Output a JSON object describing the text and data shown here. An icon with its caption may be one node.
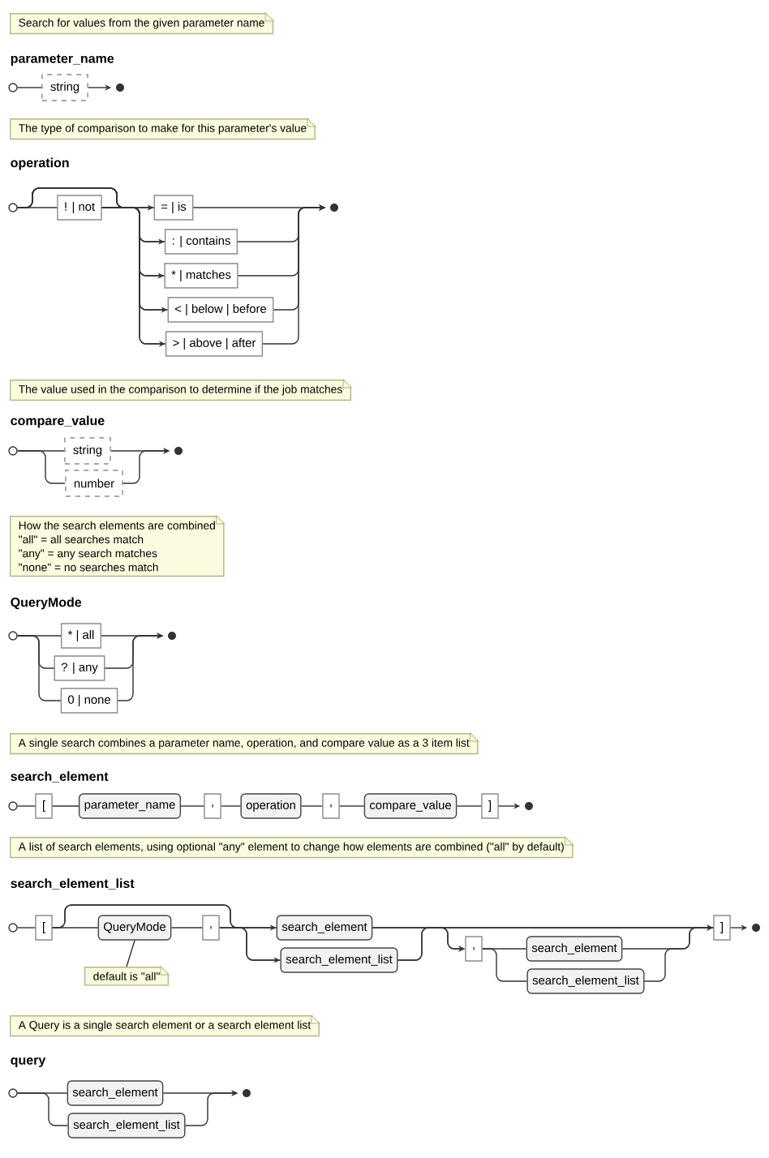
{
  "diagram": {
    "nodes": [
      {
        "text": [
          "Search for values from the given parameter name"
        ]
      },
      {
        "text": [],
        "shape": "circle"
      },
      {
        "text": [
          "string"
        ]
      },
      {
        "text": [],
        "shape": "dot"
      },
      {
        "text": [
          "The type of comparison to make for this parameter's value"
        ]
      },
      {
        "text": [],
        "shape": "circle"
      },
      {
        "text": [
          "! | not"
        ]
      },
      {
        "text": [
          "= | is"
        ]
      },
      {
        "text": [
          ": | contains"
        ]
      },
      {
        "text": [
          "* | matches"
        ]
      },
      {
        "text": [
          "< | below | before"
        ]
      },
      {
        "text": [
          "> | above | after"
        ]
      },
      {
        "text": [],
        "shape": "dot"
      },
      {
        "text": [
          "The value used in the comparison to determine if the job matches"
        ]
      },
      {
        "text": [],
        "shape": "circle"
      },
      {
        "text": [
          "string"
        ]
      },
      {
        "text": [
          "number"
        ]
      },
      {
        "text": [],
        "shape": "dot"
      },
      {
        "text": [
          "How the search elements are combined",
          "\"all\" = all searches match",
          "\"any\" = any search matches",
          "\"none\" = no searches match"
        ]
      },
      {
        "text": [],
        "shape": "circle"
      },
      {
        "text": [
          "* | all"
        ]
      },
      {
        "text": [
          "? | any"
        ]
      },
      {
        "text": [
          "0 | none"
        ]
      },
      {
        "text": [],
        "shape": "dot"
      },
      {
        "text": [
          "A single search combines a parameter name, operation, and compare value as a 3 item list"
        ]
      },
      {
        "text": [],
        "shape": "circle"
      },
      {
        "text": [
          "["
        ]
      },
      {
        "text": [
          "parameter_name"
        ]
      },
      {
        "text": [
          ","
        ]
      },
      {
        "text": [
          "operation"
        ]
      },
      {
        "text": [
          ","
        ]
      },
      {
        "text": [
          "compare_value"
        ]
      },
      {
        "text": [
          "]"
        ]
      },
      {
        "text": [],
        "shape": "dot"
      },
      {
        "text": [
          "A list of search elements, using optional \"any\" element to change how elements are combined (\"all\" by default)"
        ]
      },
      {
        "text": [],
        "shape": "circle"
      },
      {
        "text": [
          "["
        ]
      },
      {
        "text": [
          "QueryMode"
        ]
      },
      {
        "text": [
          ","
        ]
      },
      {
        "text": [
          "search_element"
        ]
      },
      {
        "text": [
          "search_element_list"
        ]
      },
      {
        "text": [
          ","
        ]
      },
      {
        "text": [
          "search_element"
        ]
      },
      {
        "text": [
          "search_element_list"
        ]
      },
      {
        "text": [
          "]"
        ]
      },
      {
        "text": [],
        "shape": "dot"
      },
      {
        "text": [
          "default is \"all\""
        ]
      },
      {
        "text": [
          "A Query is a single search element or a search element list"
        ]
      },
      {
        "text": [],
        "shape": "circle"
      },
      {
        "text": [
          "search_element"
        ]
      },
      {
        "text": [
          "search_element_list"
        ]
      },
      {
        "text": [],
        "shape": "dot"
      }
    ],
    "edges": [
      {
        "from": 1,
        "to": 2,
        "arrow": "none"
      },
      {
        "from": 2,
        "to": 3,
        "arrow": "to"
      },
      {
        "from": 5,
        "to": 6,
        "arrow": "none"
      },
      {
        "from": 5,
        "to": 7,
        "arrow": "to"
      },
      {
        "from": 5,
        "to": 8,
        "arrow": "to"
      },
      {
        "from": 5,
        "to": 9,
        "arrow": "to"
      },
      {
        "from": 5,
        "to": 10,
        "arrow": "to"
      },
      {
        "from": 5,
        "to": 11,
        "arrow": "to"
      },
      {
        "from": 6,
        "to": 7,
        "arrow": "none"
      },
      {
        "from": 6,
        "to": 8,
        "arrow": "none"
      },
      {
        "from": 6,
        "to": 9,
        "arrow": "none"
      },
      {
        "from": 6,
        "to": 10,
        "arrow": "none"
      },
      {
        "from": 6,
        "to": 11,
        "arrow": "none"
      },
      {
        "from": 7,
        "to": 12,
        "arrow": "to"
      },
      {
        "from": 8,
        "to": 12,
        "arrow": "to"
      },
      {
        "from": 9,
        "to": 12,
        "arrow": "to"
      },
      {
        "from": 10,
        "to": 12,
        "arrow": "to"
      },
      {
        "from": 11,
        "to": 12,
        "arrow": "to"
      },
      {
        "from": 14,
        "to": 15,
        "arrow": "none"
      },
      {
        "from": 14,
        "to": 16,
        "arrow": "none"
      },
      {
        "from": 15,
        "to": 17,
        "arrow": "to"
      },
      {
        "from": 16,
        "to": 17,
        "arrow": "to"
      },
      {
        "from": 19,
        "to": 20,
        "arrow": "none"
      },
      {
        "from": 19,
        "to": 21,
        "arrow": "none"
      },
      {
        "from": 19,
        "to": 22,
        "arrow": "none"
      },
      {
        "from": 20,
        "to": 23,
        "arrow": "to"
      },
      {
        "from": 21,
        "to": 23,
        "arrow": "to"
      },
      {
        "from": 22,
        "to": 23,
        "arrow": "to"
      },
      {
        "from": 25,
        "to": 26,
        "arrow": "none"
      },
      {
        "from": 26,
        "to": 27,
        "arrow": "none"
      },
      {
        "from": 27,
        "to": 28,
        "arrow": "none"
      },
      {
        "from": 28,
        "to": 29,
        "arrow": "none"
      },
      {
        "from": 29,
        "to": 30,
        "arrow": "none"
      },
      {
        "from": 30,
        "to": 31,
        "arrow": "none"
      },
      {
        "from": 31,
        "to": 32,
        "arrow": "none"
      },
      {
        "from": 32,
        "to": 33,
        "arrow": "to"
      },
      {
        "from": 35,
        "to": 36,
        "arrow": "none"
      },
      {
        "from": 36,
        "to": 37,
        "arrow": "none"
      },
      {
        "from": 37,
        "to": 38,
        "arrow": "none"
      },
      {
        "from": 36,
        "to": 39,
        "arrow": "to"
      },
      {
        "from": 36,
        "to": 40,
        "arrow": "to"
      },
      {
        "from": 38,
        "to": 39,
        "arrow": "none"
      },
      {
        "from": 38,
        "to": 40,
        "arrow": "none"
      },
      {
        "from": 39,
        "to": 44,
        "arrow": "none"
      },
      {
        "from": 40,
        "to": 44,
        "arrow": "none"
      },
      {
        "from": 39,
        "to": 41,
        "arrow": "to"
      },
      {
        "from": 40,
        "to": 41,
        "arrow": "to"
      },
      {
        "from": 41,
        "to": 42,
        "arrow": "none"
      },
      {
        "from": 41,
        "to": 43,
        "arrow": "none"
      },
      {
        "from": 42,
        "to": 44,
        "arrow": "to"
      },
      {
        "from": 43,
        "to": 44,
        "arrow": "to"
      },
      {
        "from": 44,
        "to": 45,
        "arrow": "to"
      },
      {
        "from": 46,
        "to": 37,
        "arrow": "none"
      },
      {
        "from": 48,
        "to": 49,
        "arrow": "none"
      },
      {
        "from": 48,
        "to": 50,
        "arrow": "none"
      },
      {
        "from": 49,
        "to": 51,
        "arrow": "to"
      },
      {
        "from": 50,
        "to": 51,
        "arrow": "to"
      }
    ],
    "labels": [
      "parameter_name",
      "operation",
      "compare_value",
      "QueryMode",
      "search_element",
      "search_element_list",
      "query"
    ]
  }
}
